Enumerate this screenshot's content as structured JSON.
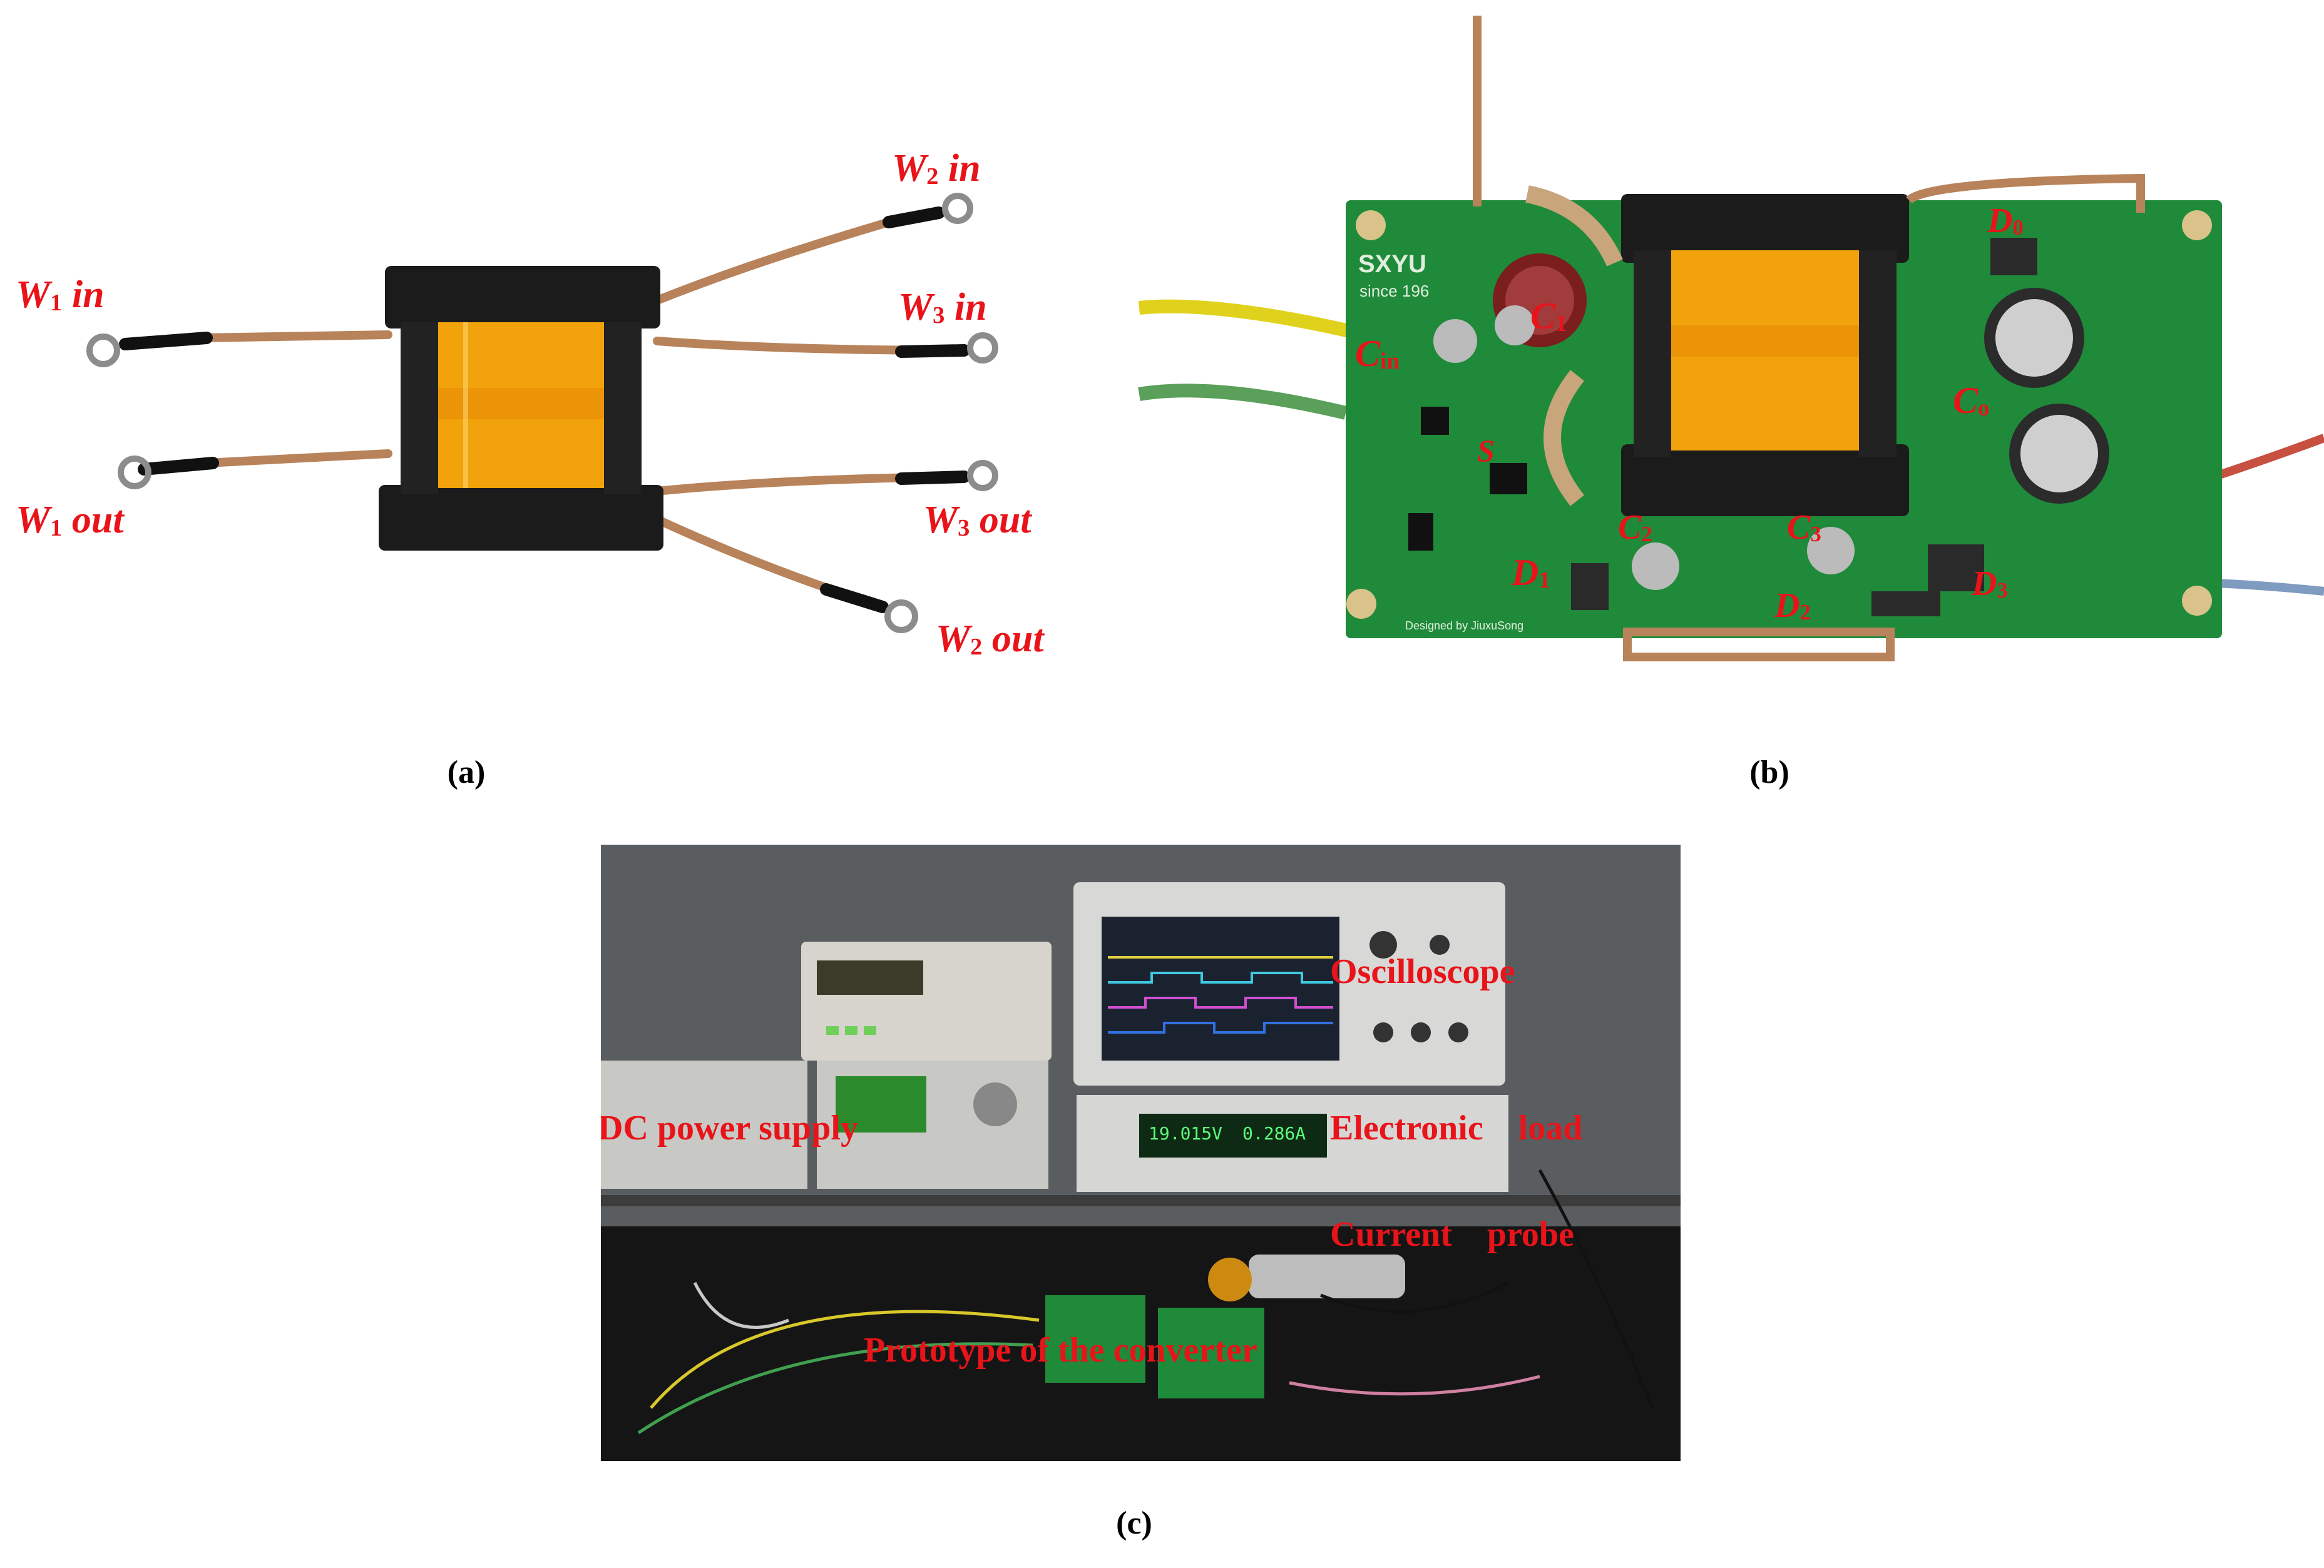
{
  "panel_a": {
    "caption": "(a)",
    "labels": {
      "w1_in": [
        "W",
        "1",
        " in"
      ],
      "w1_out": [
        "W",
        "1",
        " out"
      ],
      "w2_in": [
        "W",
        "2",
        " in"
      ],
      "w2_out": [
        "W",
        "2",
        " out"
      ],
      "w3_in": [
        "W",
        "3",
        " in"
      ],
      "w3_out": [
        "W",
        "3",
        " out"
      ]
    }
  },
  "panel_b": {
    "caption": "(b)",
    "silkscreen": {
      "brand": "SXYU",
      "since": "since 196",
      "designer": "Designed by JiuxuSong"
    },
    "labels": {
      "c1": [
        "C",
        "1"
      ],
      "cin": [
        "C",
        "in"
      ],
      "s": [
        "S",
        ""
      ],
      "c2": [
        "C",
        "2"
      ],
      "c3": [
        "C",
        "3"
      ],
      "co": [
        "C",
        "o"
      ],
      "d0": [
        "D",
        "0"
      ],
      "d1": [
        "D",
        "1"
      ],
      "d2": [
        "D",
        "2"
      ],
      "d3": [
        "D",
        "3"
      ]
    }
  },
  "panel_c": {
    "caption": "(c)",
    "labels": {
      "oscilloscope": "Oscilloscope",
      "dc_power": "DC power supply",
      "electronic_load": "Electronic    load",
      "current_probe": "Current    probe",
      "prototype": "Prototype of the converter"
    },
    "load_display": {
      "voltage": "19.015V",
      "current": "0.286A"
    }
  },
  "colors": {
    "label_red": "#e8141a",
    "pcb_green": "#1f8a3a",
    "bobbin_black": "#1b1b1b",
    "coil_yellow": "#f2a20a"
  }
}
